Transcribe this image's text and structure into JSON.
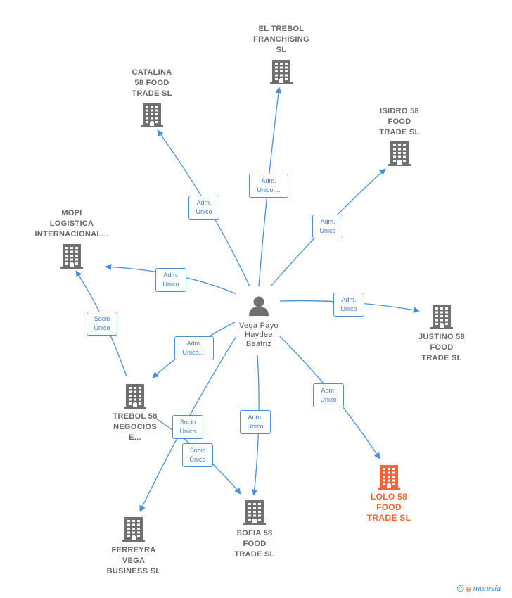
{
  "diagram": {
    "center": {
      "id": "vega",
      "label_lines": [
        "Vega Payo",
        "Haydee",
        "Beatriz"
      ],
      "icon": "person-icon"
    },
    "nodes": [
      {
        "id": "el-trebol",
        "label_lines": [
          "EL TREBOL",
          "FRANCHISING",
          "SL"
        ],
        "icon": "building-icon"
      },
      {
        "id": "catalina",
        "label_lines": [
          "CATALINA",
          "58 FOOD",
          "TRADE  SL"
        ],
        "icon": "building-icon"
      },
      {
        "id": "isidro",
        "label_lines": [
          "ISIDRO 58",
          "FOOD",
          "TRADE  SL"
        ],
        "icon": "building-icon"
      },
      {
        "id": "mopi",
        "label_lines": [
          "MOPI",
          "LOGISTICA",
          "INTERNACIONAL..."
        ],
        "icon": "building-icon"
      },
      {
        "id": "justino",
        "label_lines": [
          "JUSTINO 58",
          "FOOD",
          "TRADE  SL"
        ],
        "icon": "building-icon"
      },
      {
        "id": "trebol58",
        "label_lines": [
          "TREBOL 58",
          "NEGOCIOS",
          "E..."
        ],
        "icon": "building-icon"
      },
      {
        "id": "lolo",
        "label_lines": [
          "LOLO 58",
          "FOOD",
          "TRADE  SL"
        ],
        "icon": "building-icon",
        "highlight": true
      },
      {
        "id": "sofia",
        "label_lines": [
          "SOFIA 58",
          "FOOD",
          "TRADE  SL"
        ],
        "icon": "building-icon"
      },
      {
        "id": "ferreyra",
        "label_lines": [
          "FERREYRA",
          "VEGA",
          "BUSINESS SL"
        ],
        "icon": "building-icon"
      }
    ],
    "edges": [
      {
        "from": "vega",
        "to": "el-trebol",
        "label_lines": [
          "Adm.",
          "Unico,..."
        ]
      },
      {
        "from": "vega",
        "to": "catalina",
        "label_lines": [
          "Adm.",
          "Unico"
        ]
      },
      {
        "from": "vega",
        "to": "isidro",
        "label_lines": [
          "Adm.",
          "Unico"
        ]
      },
      {
        "from": "vega",
        "to": "mopi",
        "label_lines": [
          "Adm.",
          "Unico"
        ]
      },
      {
        "from": "vega",
        "to": "justino",
        "label_lines": [
          "Adm.",
          "Unico"
        ]
      },
      {
        "from": "vega",
        "to": "trebol58",
        "label_lines": [
          "Adm.",
          "Unico,..."
        ]
      },
      {
        "from": "vega",
        "to": "lolo",
        "label_lines": [
          "Adm.",
          "Unico"
        ]
      },
      {
        "from": "vega",
        "to": "sofia",
        "label_lines": [
          "Adm.",
          "Unico"
        ]
      },
      {
        "from": "vega",
        "to": "ferreyra",
        "label_lines": [
          "Socio",
          "Único"
        ]
      },
      {
        "from": "trebol58",
        "to": "mopi",
        "label_lines": [
          "Socio",
          "Único"
        ]
      },
      {
        "from": "trebol58",
        "to": "sofia",
        "label_lines": [
          "Socio",
          "Único"
        ]
      }
    ],
    "colors": {
      "edge": "#4a90d9",
      "node_icon": "#707070",
      "highlight_icon": "#f0663a",
      "person_icon": "#707070"
    }
  },
  "brand": {
    "copyright_symbol": "©",
    "initial": "e",
    "name_rest": "mpresia"
  }
}
